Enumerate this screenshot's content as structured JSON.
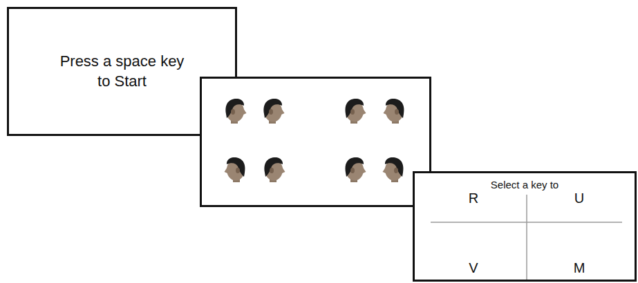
{
  "diagram": {
    "nodes": [
      {
        "text": [
          "Press a space key to Start"
        ]
      },
      {
        "text": [
          "Select a key to"
        ]
      }
    ],
    "labels": [
      "R",
      "U",
      "V",
      "M"
    ]
  }
}
